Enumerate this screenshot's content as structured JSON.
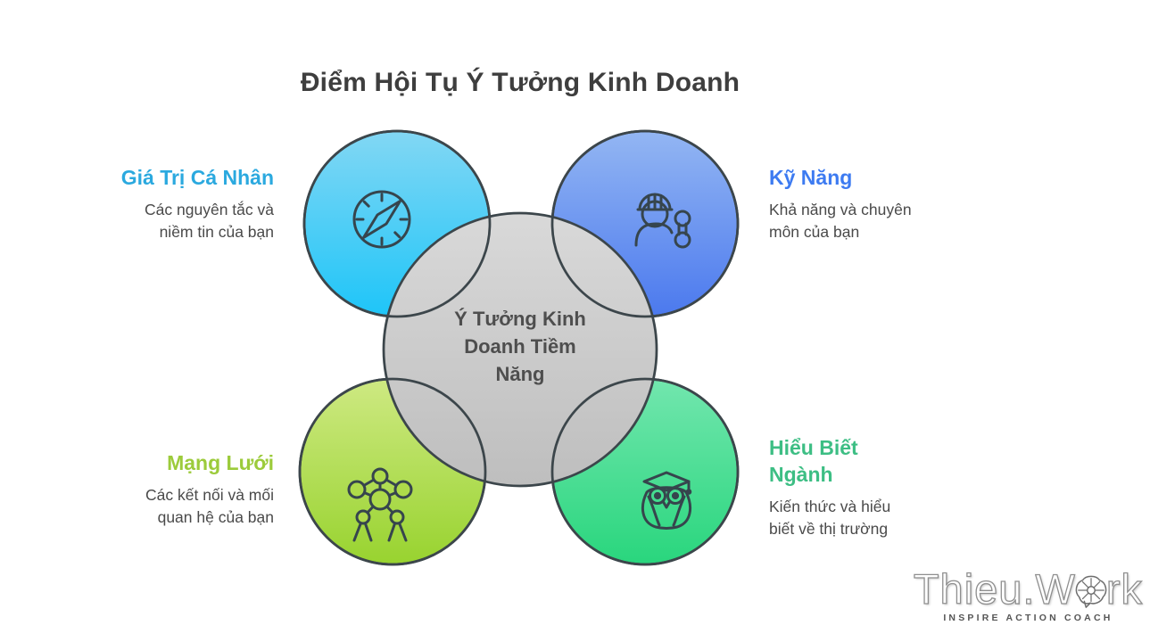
{
  "title": "Điểm Hội Tụ Ý Tưởng Kinh Doanh",
  "center_circle": {
    "label_full": "Ý Tưởng Kinh Doanh Tiềm Năng",
    "label_lines": [
      "Ý Tưởng Kinh",
      "Doanh Tiềm",
      "Năng"
    ]
  },
  "quadrants": {
    "personal_values": {
      "title": "Giá Trị Cá Nhân",
      "desc_lines": [
        "Các nguyên tắc và",
        "niềm tin của bạn"
      ],
      "icon": "compass-icon",
      "title_color": "#2BA9DF",
      "circle_gradient": [
        "#82D7F4",
        "#1EC5F8"
      ]
    },
    "skills": {
      "title": "Kỹ Năng",
      "desc_lines": [
        "Khả năng và chuyên",
        "môn của bạn"
      ],
      "icon": "worker-wrench-icon",
      "title_color": "#3D7BF1",
      "circle_gradient": [
        "#93B6F3",
        "#4B79EE"
      ]
    },
    "network": {
      "title": "Mạng Lưới",
      "desc_lines": [
        "Các kết nối và mối",
        "quan hệ của bạn"
      ],
      "icon": "network-nodes-icon",
      "title_color": "#9CCB3B",
      "circle_gradient": [
        "#CEE982",
        "#98D32F"
      ]
    },
    "industry_insight": {
      "title_lines": [
        "Hiểu Biết",
        "Ngành"
      ],
      "desc_lines": [
        "Kiến thức và hiểu",
        "biết về thị trường"
      ],
      "icon": "owl-graduate-icon",
      "title_color": "#3DBE84",
      "circle_gradient": [
        "#72E6AE",
        "#29D67D"
      ]
    }
  },
  "watermark": {
    "brand_full": "Thieu.Work",
    "brand_before_icon": "Thieu.W",
    "brand_after_icon": "rk",
    "tagline": "INSPIRE ACTION COACH"
  },
  "colors": {
    "background": "#FFFFFF",
    "circle_outline": "#3C464B",
    "center_gradient": [
      "#D9D9D9",
      "#BFBFBF"
    ],
    "title_text": "#3E3E3E",
    "body_text": "#4A4A4A",
    "icon_stroke": "#36454D"
  }
}
